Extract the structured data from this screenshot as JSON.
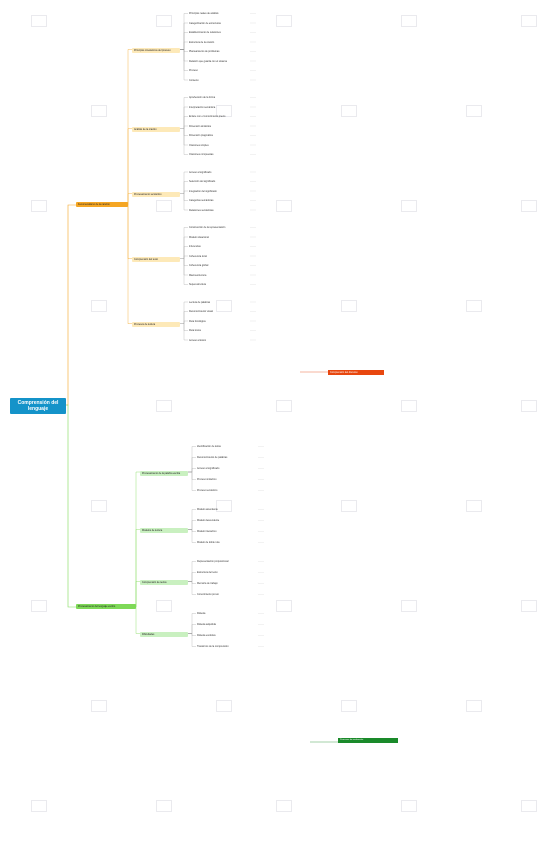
{
  "root": {
    "title": "Comprensión del lenguaje"
  },
  "branch_top": {
    "label": "Fenomenalismo de la canción",
    "groups": [
      {
        "label": "Principios cinestéticos del proceso",
        "items": [
          "Principios reales de análisis",
          "Categorización de estructuras",
          "Establecimiento de relaciones",
          "Estructura de la oración",
          "Planteamiento de problemas",
          "Relación que guarda con el sistema",
          "Proceso",
          "Contexto"
        ]
      },
      {
        "label": "Análisis de la oración",
        "items": [
          "Aprehensión de la forma",
          "Interpretación semántica",
          "Enlace con el conocimiento previo",
          "Dimensión sintáctica",
          "Dimensión pragmática",
          "Oraciones simples",
          "Oraciones compuestas"
        ]
      },
      {
        "label": "Procesamiento semántico",
        "items": [
          "Acceso al significado",
          "Selección del significado",
          "Integración del significado",
          "Categorías semánticas",
          "Relaciones semánticas"
        ]
      },
      {
        "label": "Comprensión del texto",
        "items": [
          "Construcción de la representación",
          "Modelo situacional",
          "Inferencias",
          "Coherencia local",
          "Coherencia global",
          "Macroestructura",
          "Superestructura"
        ]
      },
      {
        "label": "Procesos de lectura",
        "items": [
          "Lectura de palabras",
          "Reconocimiento visual",
          "Ruta fonológica",
          "Ruta léxica",
          "Acceso al léxico"
        ]
      }
    ],
    "highlight": "Comprensión del discurso"
  },
  "branch_bottom": {
    "label": "Procesamiento del lenguaje escrito",
    "groups": [
      {
        "label": "Procesamiento de la palabra escrita",
        "items": [
          "Identificación de letras",
          "Reconocimiento de palabras",
          "Acceso al significado",
          "Proceso sintáctico",
          "Proceso semántico"
        ]
      },
      {
        "label": "Modelos de lectura",
        "items": [
          "Modelo ascendente",
          "Modelo descendente",
          "Modelo interactivo",
          "Modelo de doble ruta"
        ]
      },
      {
        "label": "Comprensión de textos",
        "items": [
          "Representación proposicional",
          "Estructura del texto",
          "Memoria de trabajo",
          "Conocimiento previo"
        ]
      },
      {
        "label": "Dificultades",
        "items": [
          "Dislexia",
          "Dislexia adquirida",
          "Dislexia evolutiva",
          "Trastornos de la comprensión"
        ]
      }
    ],
    "highlight": "Procesos de evaluación"
  }
}
